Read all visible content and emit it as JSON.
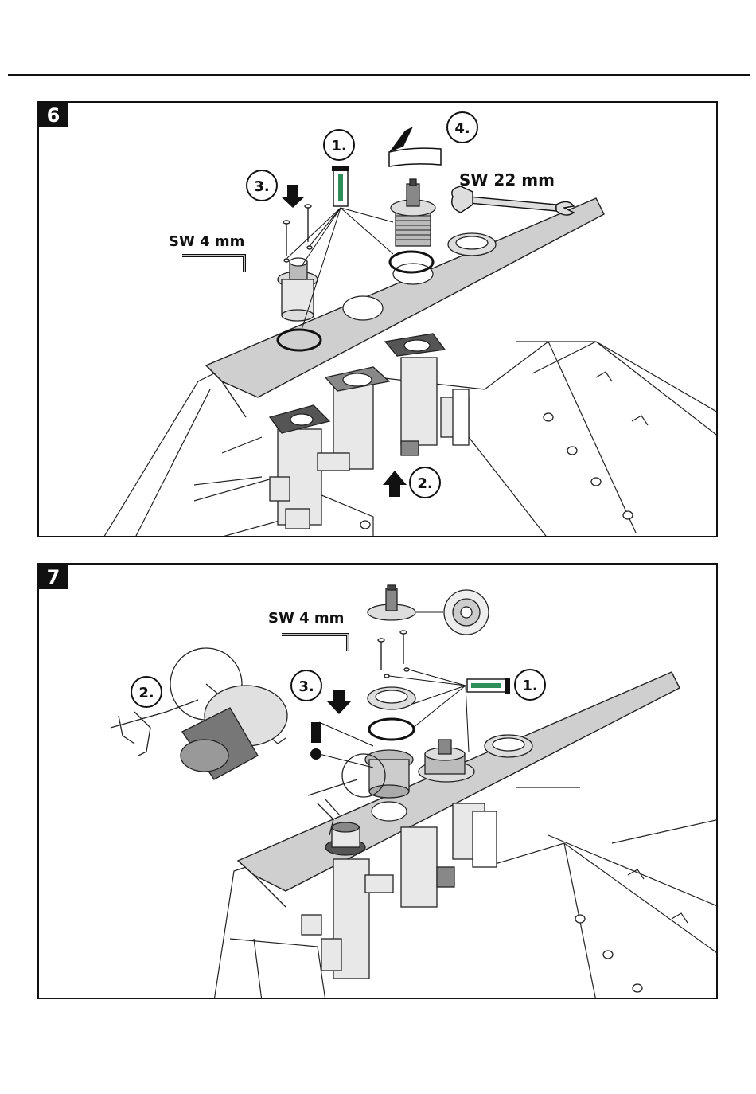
{
  "panels": [
    {
      "step": "6",
      "callouts": [
        "1.",
        "2.",
        "3.",
        "4."
      ],
      "tool_labels": {
        "hex_key": "SW 4 mm",
        "wrench": "SW 22 mm"
      }
    },
    {
      "step": "7",
      "callouts": [
        "1.",
        "2.",
        "3."
      ],
      "tool_labels": {
        "hex_key": "SW 4 mm"
      },
      "notice": "!"
    }
  ]
}
